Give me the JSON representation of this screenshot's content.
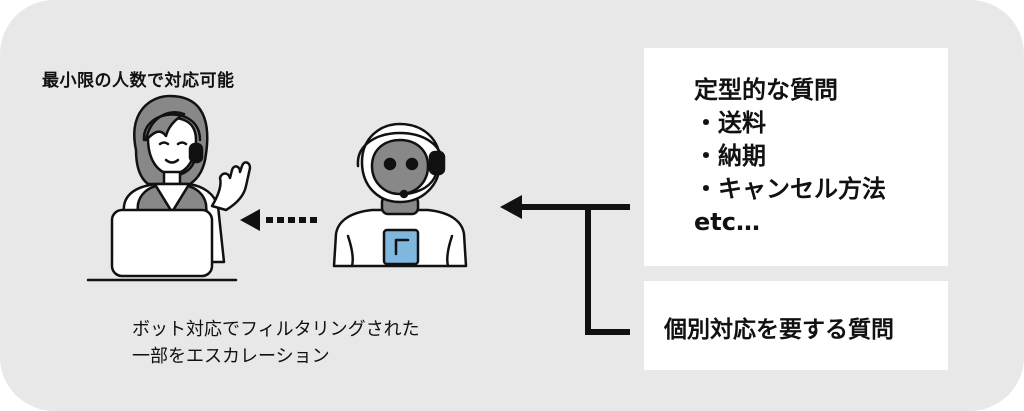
{
  "top_note": "最小限の人数で対応可能",
  "bottom_note": {
    "line1": "ボット対応でフィルタリングされた",
    "line2": "一部をエスカレーション"
  },
  "routine_box": {
    "line1": "定型的な質問",
    "line2": "・送料",
    "line3": "・納期",
    "line4": "・キャンセル方法",
    "line5": "etc…"
  },
  "individual_box": {
    "label": "個別対応を要する質問"
  },
  "colors": {
    "background": "#e8e8e8",
    "box": "#ffffff",
    "line": "#111111",
    "robot_chest": "#7fb7df"
  },
  "icons": [
    "operator-person-icon",
    "robot-icon",
    "headset-icon",
    "laptop-icon"
  ]
}
